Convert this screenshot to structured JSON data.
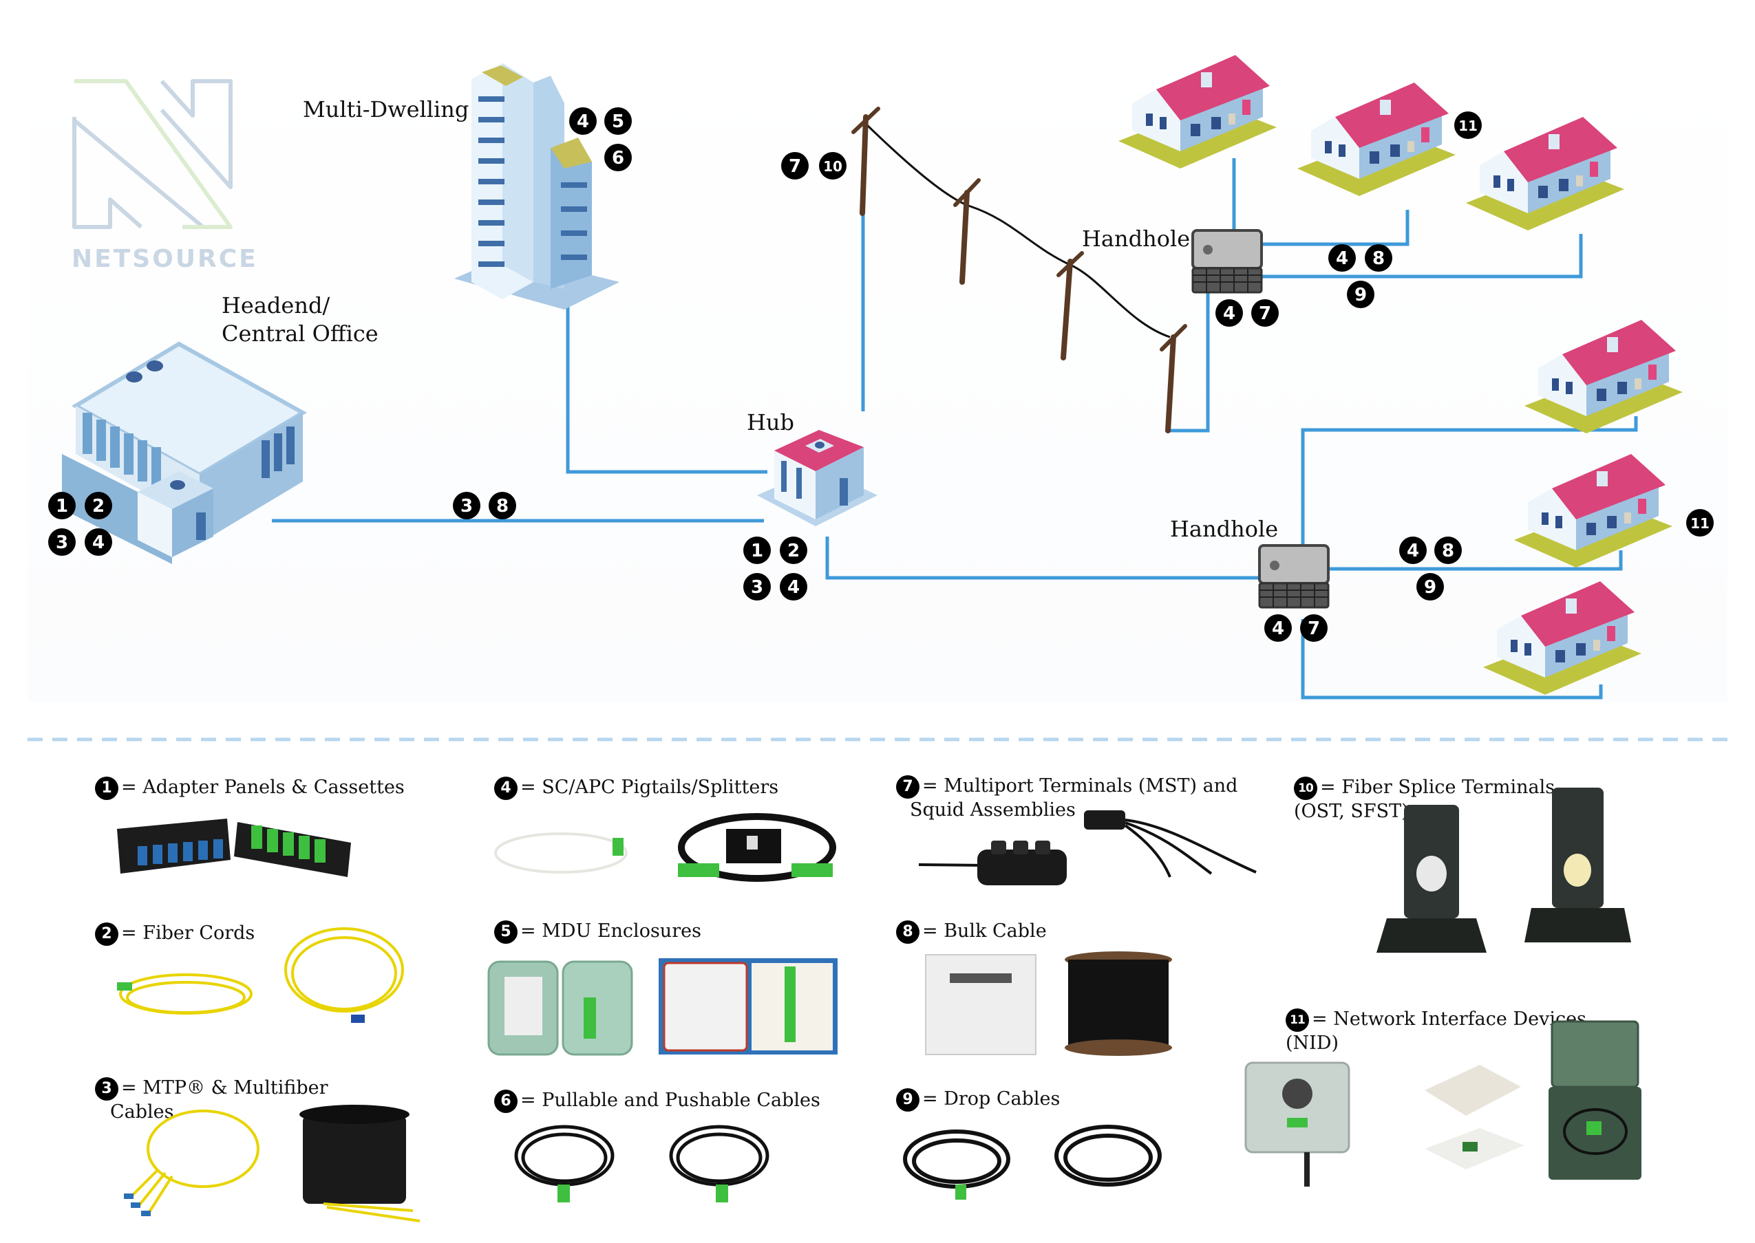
{
  "brand": {
    "logo_text": "NETSOURCE",
    "logo_icon": "n-monogram-logo"
  },
  "colors": {
    "fiber_line": "#3f9ad9",
    "aerial_cable": "#111111",
    "badge_bg": "#000000",
    "roof_pink": "#d9447a",
    "building_blue": "#a9cbe6",
    "separator": "#b7d6ee",
    "logo_blue": "#c9d6e3",
    "logo_green": "#dcecd0"
  },
  "diagram": {
    "nodes": [
      {
        "id": "headend",
        "label_lines": [
          "Headend/",
          "Central Office"
        ],
        "badges": [
          "1",
          "2",
          "3",
          "4"
        ]
      },
      {
        "id": "mdu",
        "label": "Multi-Dwelling",
        "badges": [
          "4",
          "5",
          "6"
        ]
      },
      {
        "id": "hub",
        "label": "Hub",
        "badges": [
          "1",
          "2",
          "3",
          "4"
        ]
      },
      {
        "id": "poles",
        "label": "",
        "badges": [
          "7",
          "10"
        ]
      },
      {
        "id": "handhole-1",
        "label": "Handhole",
        "badges": [
          "4",
          "7"
        ],
        "link_badges": [
          "4",
          "8",
          "9"
        ]
      },
      {
        "id": "handhole-2",
        "label": "Handhole",
        "badges": [
          "4",
          "7"
        ],
        "link_badges": [
          "4",
          "8",
          "9"
        ]
      },
      {
        "id": "houses-top",
        "badges": [
          "11"
        ]
      },
      {
        "id": "houses-bottom",
        "badges": [
          "11"
        ]
      }
    ],
    "link_headend_hub_badges": [
      "3",
      "8"
    ],
    "labels": {
      "headend_1": "Headend/",
      "headend_2": "Central Office",
      "mdu": "Multi-Dwelling",
      "hub": "Hub",
      "handhole_1": "Handhole",
      "handhole_2": "Handhole"
    }
  },
  "legend": [
    {
      "num": "1",
      "text": "= Adapter Panels & Cassettes",
      "products": [
        "LC adapter cassette (blue)",
        "SC/APC adapter panel (green)"
      ]
    },
    {
      "num": "2",
      "text": "= Fiber Cords",
      "products": [
        "yellow SC/APC duplex cord",
        "yellow LC duplex cord"
      ]
    },
    {
      "num": "3",
      "text": "= MTP® & Multifiber",
      "text2": "Cables",
      "products": [
        "MTP fanout cable",
        "multifiber cable reel"
      ]
    },
    {
      "num": "4",
      "text": "= SC/APC Pigtails/Splitters",
      "products": [
        "SC/APC pigtail",
        "PLC splitter"
      ]
    },
    {
      "num": "5",
      "text": "= MDU Enclosures",
      "products": [
        "green MDU enclosure",
        "white MDU enclosure"
      ]
    },
    {
      "num": "6",
      "text": "= Pullable and Pushable Cables",
      "products": [
        "pullable cable",
        "pushable cable"
      ]
    },
    {
      "num": "7",
      "text": "= Multiport Terminals (MST) and",
      "text2": "Squid Assemblies",
      "products": [
        "multiport terminal",
        "squid assembly"
      ]
    },
    {
      "num": "8",
      "text": "= Bulk Cable",
      "products": [
        "boxed bulk cable",
        "bulk cable reel"
      ]
    },
    {
      "num": "9",
      "text": "= Drop Cables",
      "products": [
        "drop cable coil",
        "drop cable coil with connector"
      ]
    },
    {
      "num": "10",
      "text": "= Fiber Splice Terminals",
      "text2": "(OST, SFST)",
      "products": [
        "OST splice terminal",
        "SFST splice terminal"
      ]
    },
    {
      "num": "11",
      "text": "= Network Interface Devices",
      "text2": "(NID)",
      "products": [
        "grey NID box",
        "white wall NID",
        "green NID box"
      ]
    }
  ]
}
